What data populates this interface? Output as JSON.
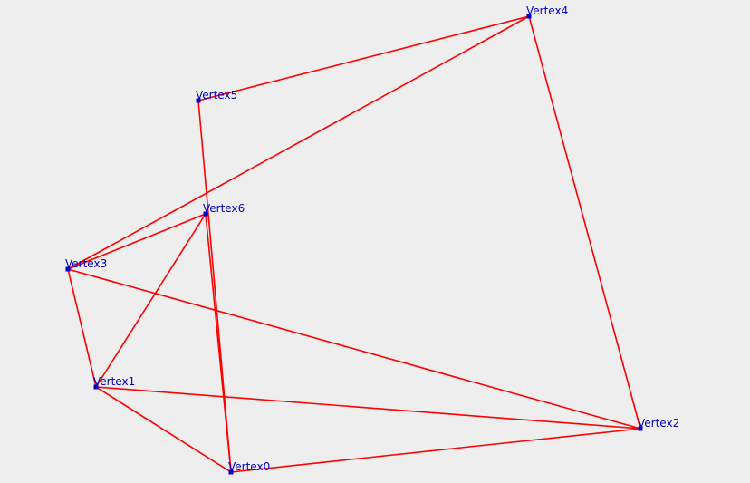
{
  "graph": {
    "vertices": [
      {
        "id": "v0",
        "label": "Vertex0"
      },
      {
        "id": "v1",
        "label": "Vertex1"
      },
      {
        "id": "v2",
        "label": "Vertex2"
      },
      {
        "id": "v3",
        "label": "Vertex3"
      },
      {
        "id": "v4",
        "label": "Vertex4"
      },
      {
        "id": "v5",
        "label": "Vertex5"
      },
      {
        "id": "v6",
        "label": "Vertex6"
      }
    ],
    "edges": [
      [
        "v0",
        "v1"
      ],
      [
        "v0",
        "v2"
      ],
      [
        "v0",
        "v5"
      ],
      [
        "v0",
        "v6"
      ],
      [
        "v1",
        "v2"
      ],
      [
        "v1",
        "v3"
      ],
      [
        "v1",
        "v6"
      ],
      [
        "v2",
        "v3"
      ],
      [
        "v2",
        "v4"
      ],
      [
        "v3",
        "v4"
      ],
      [
        "v3",
        "v6"
      ],
      [
        "v4",
        "v5"
      ]
    ],
    "colors": {
      "edge": "#ff0000",
      "vertex": "#0000cc",
      "label": "#0000cc",
      "background": "#eeeeee"
    }
  }
}
